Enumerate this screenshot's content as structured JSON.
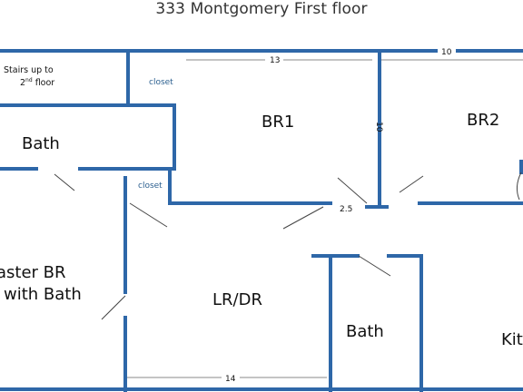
{
  "title": "333 Montgomery First floor",
  "colors": {
    "wall": "#2e67a8",
    "dimension_line": "#888888",
    "door_swing": "#444444",
    "closet_text": "#2b5f8f"
  },
  "rooms": {
    "stairs_line1": "Stairs up to",
    "stairs_line2": "2",
    "stairs_sup": "nd",
    "stairs_line3": " floor",
    "closet_top": "closet",
    "closet_mid": "closet",
    "bath_top": "Bath",
    "br1": "BR1",
    "br2": "BR2",
    "master_line1": "aster BR",
    "master_line2": "with Bath",
    "lrdr": "LR/DR",
    "bath_mid": "Bath",
    "kitchen": "Kit"
  },
  "dimensions": {
    "br1_width": "13",
    "br1_height": "10",
    "top_right": "10",
    "door_gap": "2.5",
    "lrdr_width": "14"
  }
}
